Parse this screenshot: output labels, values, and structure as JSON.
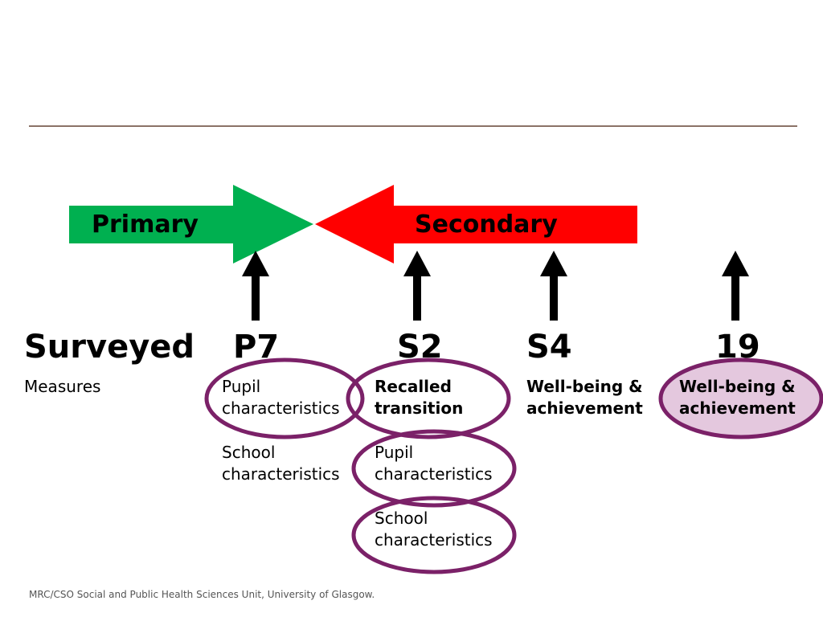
{
  "arrows": {
    "primary": {
      "label": "Primary",
      "color": "#00b050"
    },
    "secondary": {
      "label": "Secondary",
      "color": "#ff0000"
    }
  },
  "row_label": "Surveyed",
  "measures_label": "Measures",
  "stages": [
    {
      "name": "P7",
      "items": [
        "Pupil\ncharacteristics",
        "School\ncharacteristics"
      ]
    },
    {
      "name": "S2",
      "items": [
        "Recalled\ntransition",
        "Pupil\ncharacteristics",
        "School\ncharacteristics"
      ]
    },
    {
      "name": "S4",
      "items": [
        "Well-being &\nachievement"
      ]
    },
    {
      "name": "19",
      "items": [
        "Well-being &\nachievement"
      ]
    }
  ],
  "colors": {
    "ellipse_stroke": "#7b2168",
    "ellipse_fill": "#e4c8de",
    "rule": "#8b7267"
  },
  "footer": "MRC/CSO Social and Public Health Sciences Unit, University of Glasgow."
}
